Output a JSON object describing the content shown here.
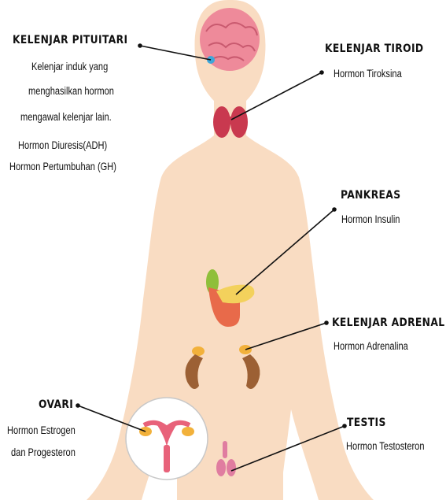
{
  "labels": {
    "pituitari": {
      "title": "KELENJAR PITUITARI",
      "desc": [
        "Kelenjar induk yang",
        "menghasilkan hormon",
        "mengawal kelenjar lain."
      ],
      "hormones": [
        "Hormon Diuresis(ADH)",
        "Hormon Pertumbuhan (GH)"
      ]
    },
    "tiroid": {
      "title": "KELENJAR TIROID",
      "hormone": "Hormon Tiroksina"
    },
    "pankreas": {
      "title": "PANKREAS",
      "hormone": "Hormon Insulin"
    },
    "adrenal": {
      "title": "KELENJAR ADRENAL",
      "hormone": "Hormon Adrenalina"
    },
    "ovari": {
      "title": "OVARI",
      "hormones": [
        "Hormon Estrogen",
        "dan Progesteron"
      ]
    },
    "testis": {
      "title": "TESTIS",
      "hormone": "Hormon Testosteron"
    }
  },
  "colors": {
    "skin": "#f9dcc2",
    "brain": "#ee8a9a",
    "thyroid": "#c9394f",
    "pancreas": "#f3d15c",
    "adrenal": "#f2b13b",
    "kidney": "#9c6034",
    "uterus": "#e8627a",
    "testis": "#e07da0",
    "line": "#111111"
  }
}
